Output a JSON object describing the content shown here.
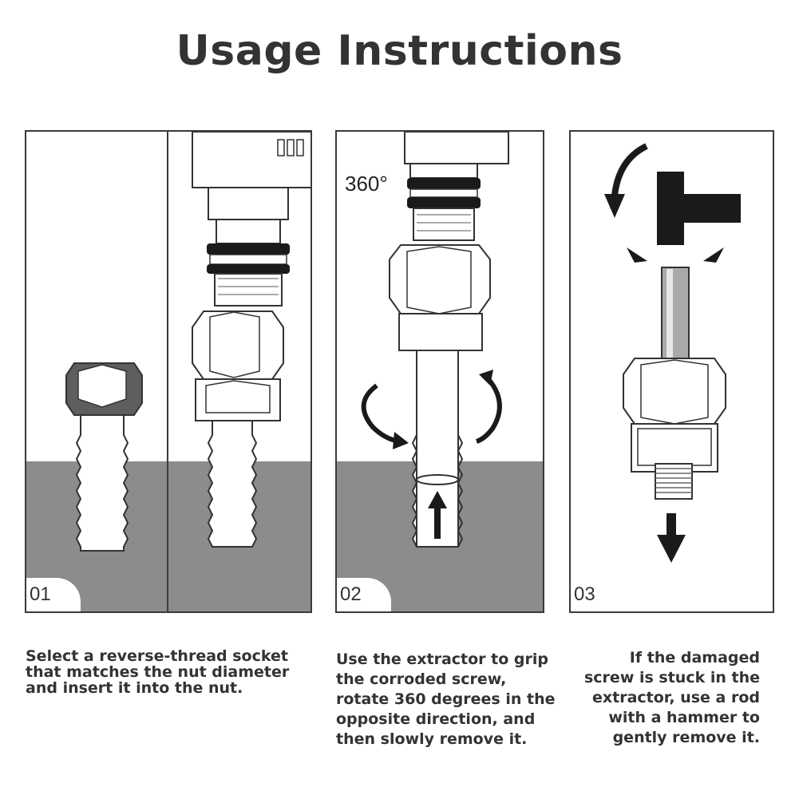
{
  "title": "Usage Instructions",
  "steps": [
    {
      "number": "01",
      "caption": "Select a reverse-thread socket\nthat matches the nut diameter\nand insert it into the nut."
    },
    {
      "number": "02",
      "caption": "Use the extractor to grip\nthe corroded screw,\nrotate 360 degrees in the\nopposite direction, and\nthen slowly remove it.",
      "rotation_label": "360°"
    },
    {
      "number": "03",
      "caption": "If the damaged\nscrew is stuck in the\nextractor, use a rod\nwith a hammer to\ngently remove it."
    }
  ],
  "colors": {
    "ground": "#8c8c8c",
    "border": "#3a3a3a",
    "text": "#333333",
    "black": "#1a1a1a"
  },
  "icons": [
    "hex-nut-icon",
    "drill-chuck-icon",
    "socket-icon",
    "rotate-arrow-icon",
    "up-arrow-icon",
    "hammer-icon",
    "rod-icon",
    "down-arrow-icon"
  ]
}
